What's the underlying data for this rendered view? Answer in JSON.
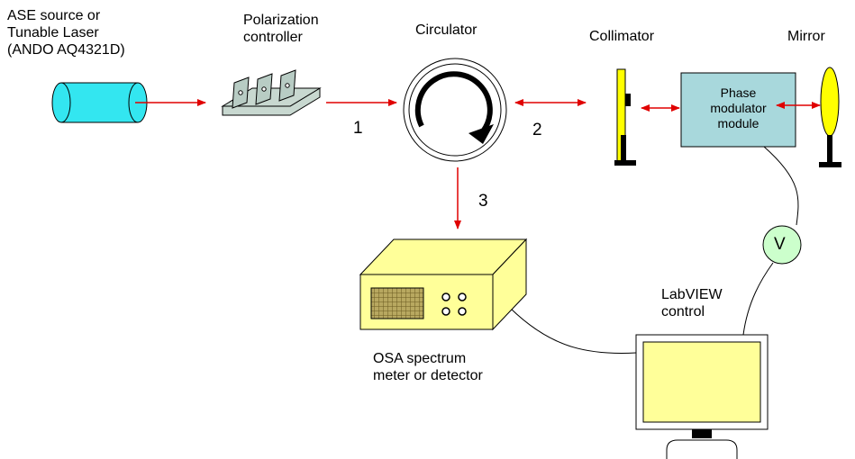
{
  "labels": {
    "source": "ASE source or\nTunable Laser\n(ANDO AQ4321D)",
    "polarization": "Polarization\ncontroller",
    "circulator": "Circulator",
    "collimator": "Collimator",
    "mirror": "Mirror",
    "phase_module": "Phase\nmodulator\nmodule",
    "voltmeter": "V",
    "labview": "LabVIEW\ncontrol",
    "osa": "OSA spectrum\nmeter or detector"
  },
  "ports": {
    "p1": "1",
    "p2": "2",
    "p3": "3"
  },
  "colors": {
    "laser_body": "#33e6f0",
    "polarizer": "#c8d8d0",
    "osa_body": "#ffff99",
    "phase_box": "#a8d8dc",
    "collimator": "#ffff00",
    "mirror": "#ffff00",
    "voltmeter": "#ccffcc",
    "monitor_screen": "#ffff99",
    "arrow": "#e00000"
  }
}
